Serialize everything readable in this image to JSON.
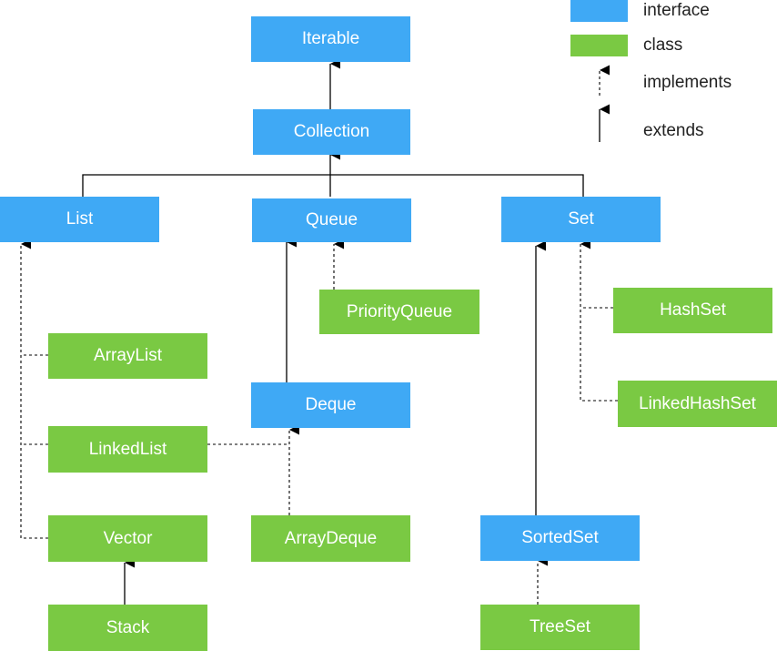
{
  "colors": {
    "interface": "#3fa9f5",
    "class": "#7ac943",
    "line": "#000000"
  },
  "legend": {
    "interface": "interface",
    "class": "class",
    "implements": "implements",
    "extends": "extends"
  },
  "nodes": {
    "iterable": "Iterable",
    "collection": "Collection",
    "list": "List",
    "queue": "Queue",
    "set": "Set",
    "arraylist": "ArrayList",
    "linkedlist": "LinkedList",
    "vector": "Vector",
    "stack": "Stack",
    "priorityqueue": "PriorityQueue",
    "deque": "Deque",
    "arraydeque": "ArrayDeque",
    "hashset": "HashSet",
    "linkedhashset": "LinkedHashSet",
    "sortedset": "SortedSet",
    "treeset": "TreeSet"
  }
}
